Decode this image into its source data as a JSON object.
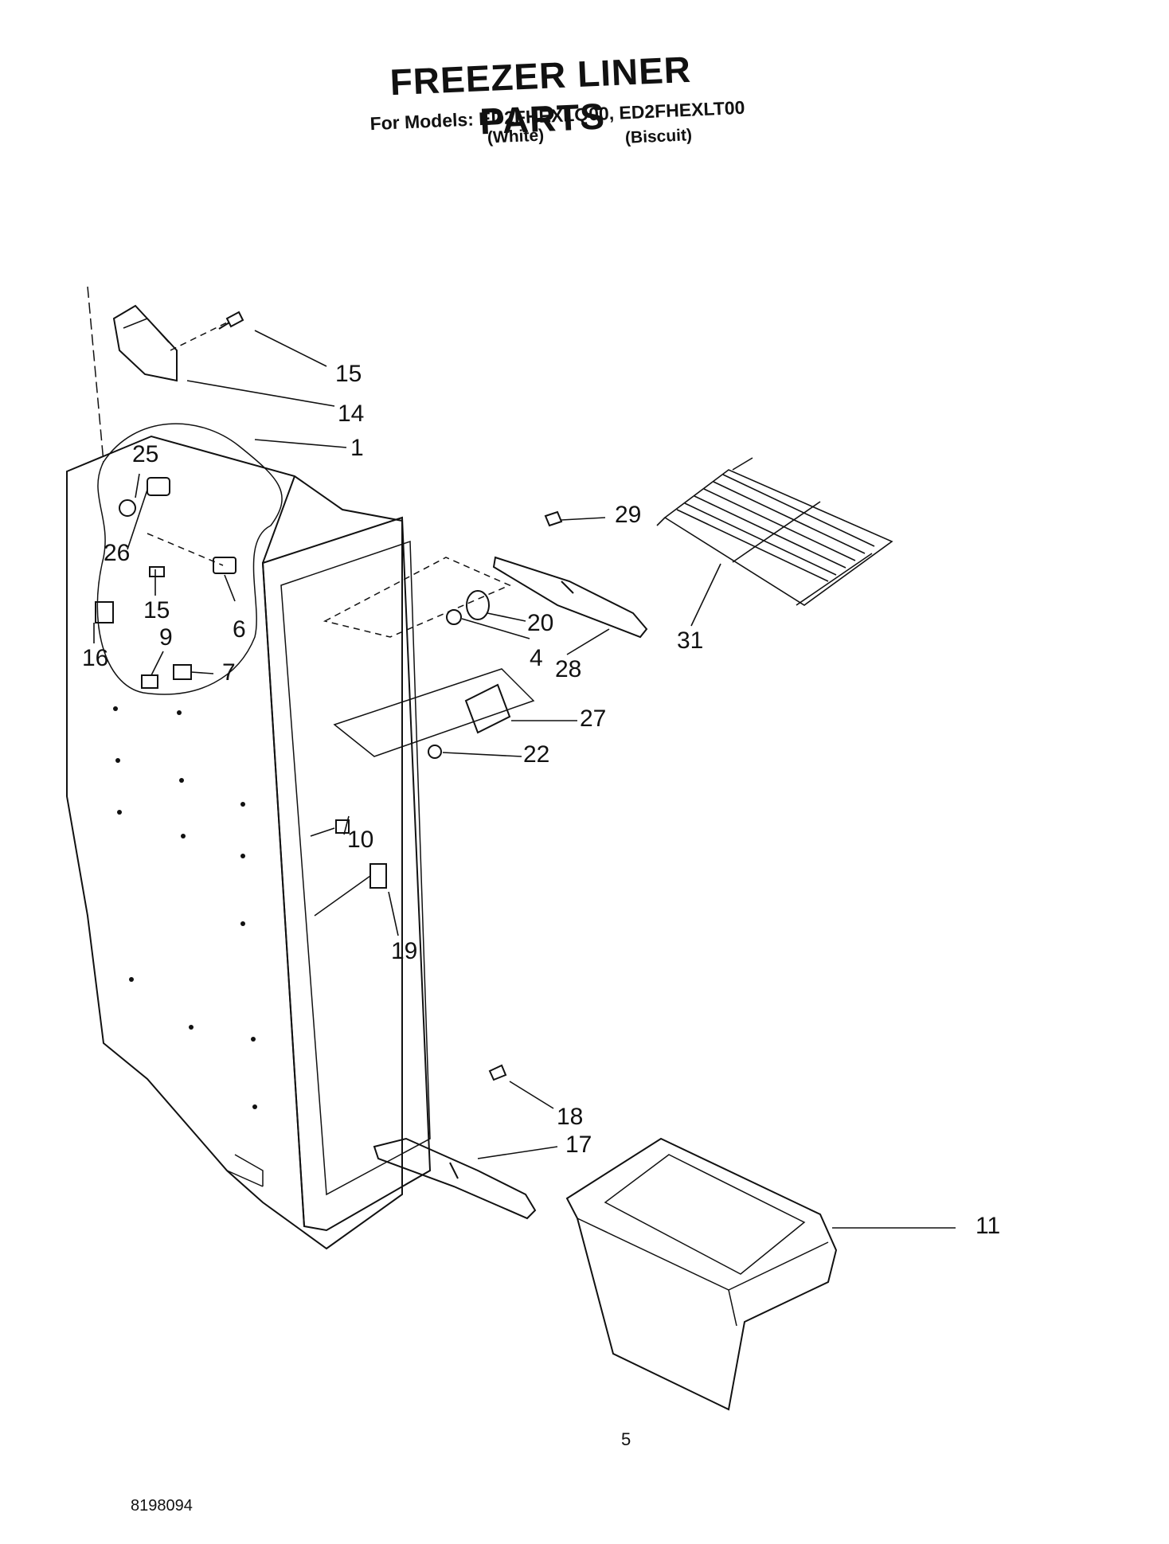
{
  "header": {
    "title": "FREEZER LINER PARTS",
    "models_line": "For Models: ED2FHEXLQ00, ED2FHEXLT00",
    "variant_white": "(White)",
    "variant_biscuit": "(Biscuit)"
  },
  "callouts": [
    "15",
    "14",
    "1",
    "25",
    "26",
    "15",
    "16",
    "9",
    "6",
    "7",
    "29",
    "20",
    "4",
    "28",
    "31",
    "27",
    "22",
    "10",
    "19",
    "18",
    "17",
    "11"
  ],
  "footer": {
    "page_number": "5",
    "document_number": "8198094"
  }
}
